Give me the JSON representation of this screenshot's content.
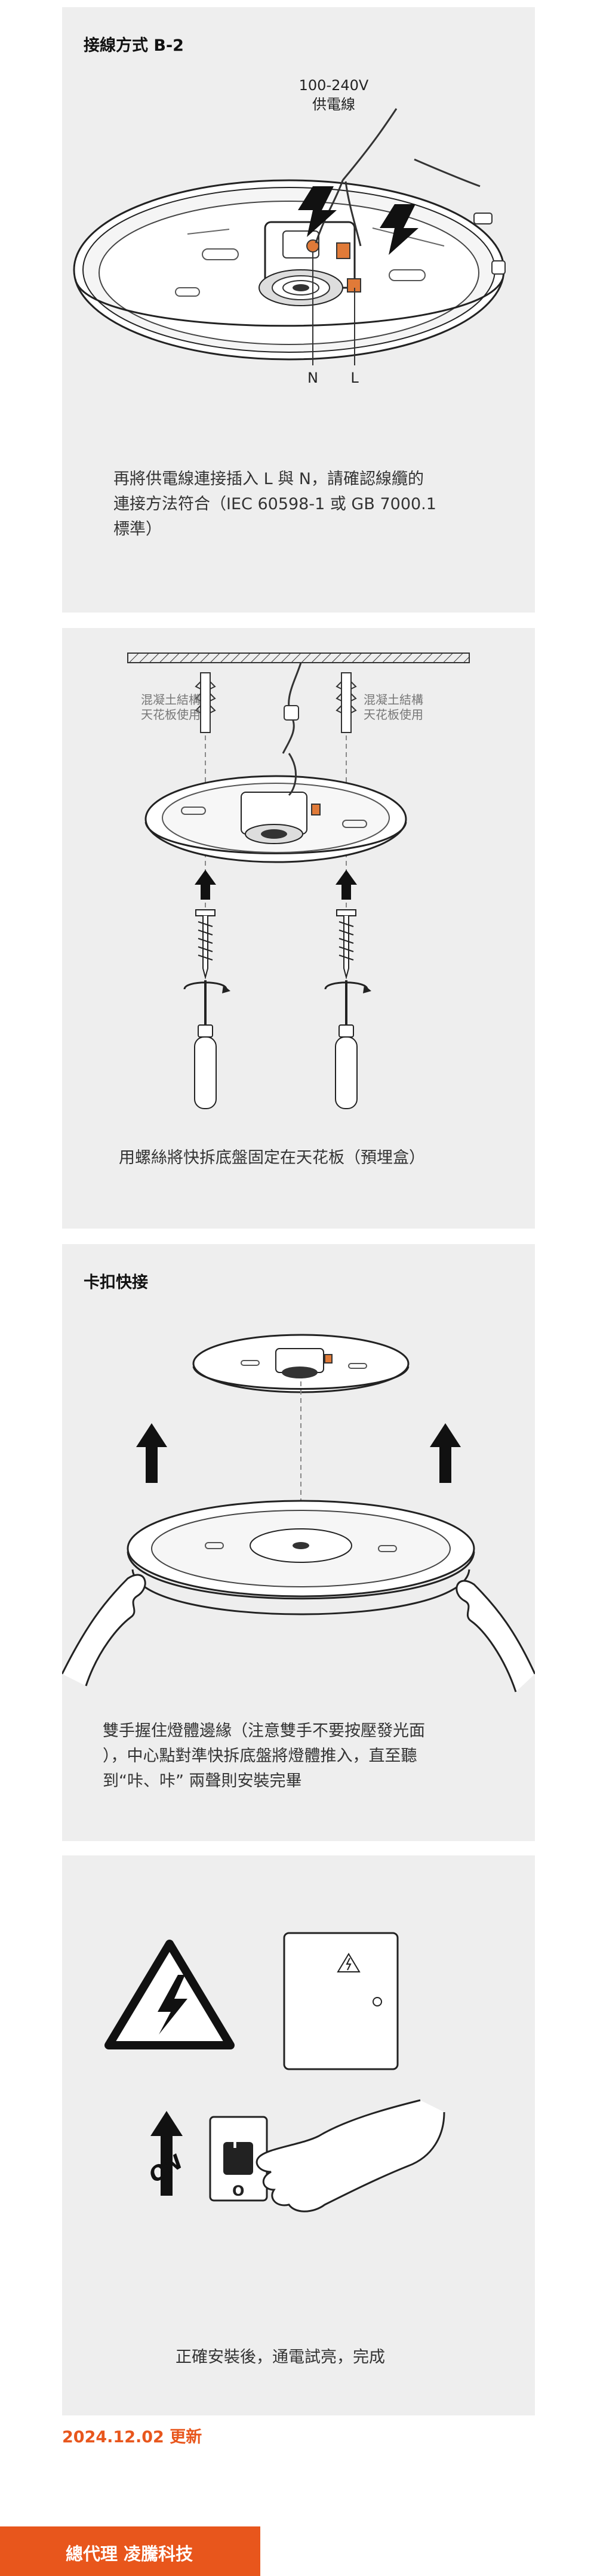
{
  "section1": {
    "title": "接線方式 B-2",
    "voltage": "100-240V",
    "supply_label": "供電線",
    "n_label": "N",
    "l_label": "L",
    "caption_lines": [
      "再將供電線連接插入 L 與 N，請確認線纜的",
      "連接方法符合（IEC 60598-1 或 GB 7000.1",
      "標準）"
    ]
  },
  "section2": {
    "left_label_lines": [
      "混凝土結構",
      "天花板使用"
    ],
    "right_label_lines": [
      "混凝土結構",
      "天花板使用"
    ],
    "caption": "用螺絲將快拆底盤固定在天花板（預埋盒）"
  },
  "section3": {
    "title": "卡扣快接",
    "caption_lines": [
      "雙手握住燈體邊緣（注意雙手不要按壓發光面",
      "），中心點對準快拆底盤將燈體推入，直至聽",
      "到“咔、咔” 兩聲則安裝完畢"
    ]
  },
  "section4": {
    "on_label": "ON",
    "switch_on": "I",
    "switch_off": "O",
    "caption": "正確安裝後，通電試亮，完成"
  },
  "update_text": "2024.12.02 更新",
  "footer": {
    "text": "總代理 凌騰科技",
    "color": "#e8561c"
  },
  "colors": {
    "panel_bg": "#eeeeee",
    "accent": "#e8561c",
    "connector": "#e07a38"
  }
}
